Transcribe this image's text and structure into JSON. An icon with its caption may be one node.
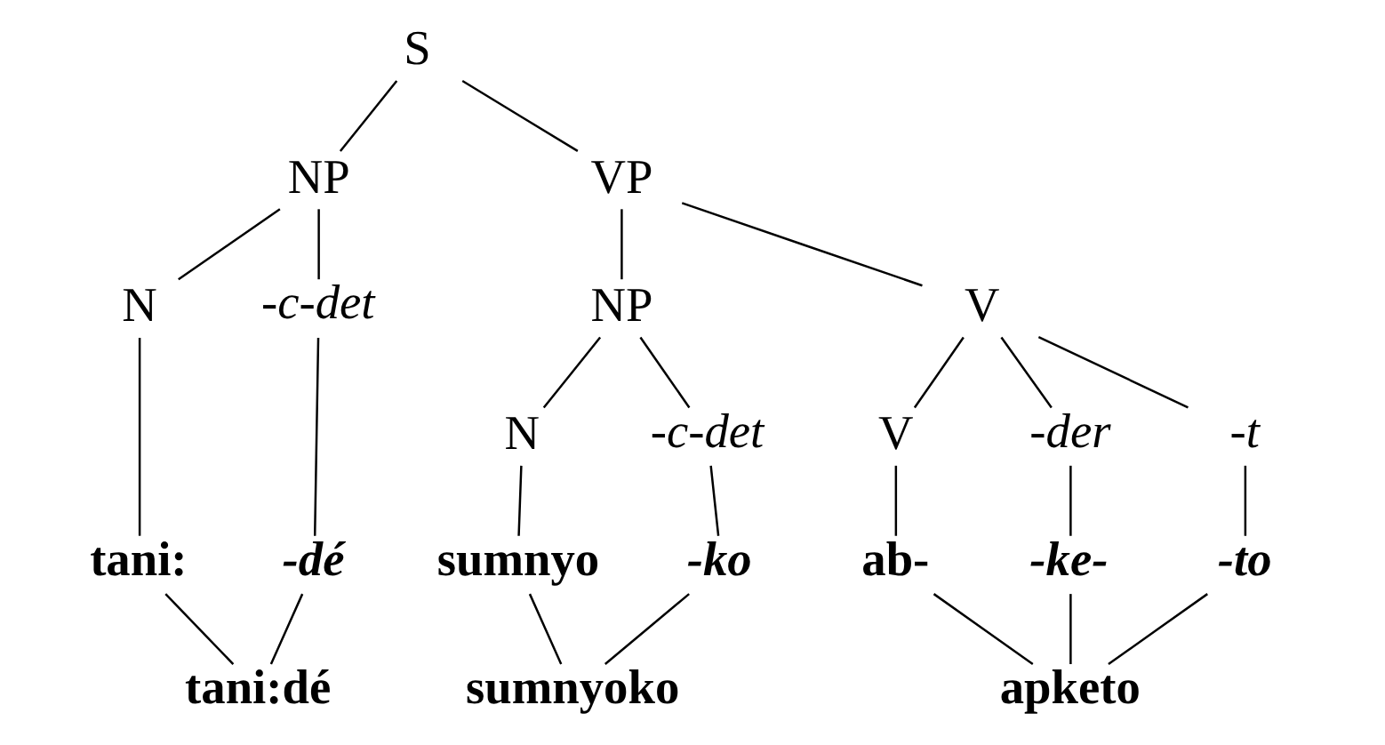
{
  "diagram": {
    "nodes": [
      {
        "text": [
          "S"
        ]
      },
      {
        "text": [
          "NP"
        ]
      },
      {
        "text": [
          "VP"
        ]
      },
      {
        "text": [
          "N"
        ]
      },
      {
        "text": [
          "-c-det"
        ]
      },
      {
        "text": [
          "NP"
        ]
      },
      {
        "text": [
          "V"
        ]
      },
      {
        "text": [
          "N"
        ]
      },
      {
        "text": [
          "-c-det"
        ]
      },
      {
        "text": [
          "V"
        ]
      },
      {
        "text": [
          "-der"
        ]
      },
      {
        "text": [
          "-t"
        ]
      },
      {
        "text": [
          "tani:"
        ]
      },
      {
        "text": [
          "-dé"
        ]
      },
      {
        "text": [
          "sumnyo"
        ]
      },
      {
        "text": [
          "-ko"
        ]
      },
      {
        "text": [
          "ab-"
        ]
      },
      {
        "text": [
          "-ke-"
        ]
      },
      {
        "text": [
          "-to"
        ]
      },
      {
        "text": [
          "tani:dé"
        ]
      },
      {
        "text": [
          "sumnyoko"
        ]
      },
      {
        "text": [
          "apketo"
        ]
      }
    ],
    "edges": [
      {
        "from": 0,
        "to": 1,
        "arrow": "none"
      },
      {
        "from": 0,
        "to": 2,
        "arrow": "none"
      },
      {
        "from": 1,
        "to": 3,
        "arrow": "none"
      },
      {
        "from": 1,
        "to": 4,
        "arrow": "none"
      },
      {
        "from": 2,
        "to": 5,
        "arrow": "none"
      },
      {
        "from": 2,
        "to": 6,
        "arrow": "none"
      },
      {
        "from": 5,
        "to": 7,
        "arrow": "none"
      },
      {
        "from": 5,
        "to": 8,
        "arrow": "none"
      },
      {
        "from": 6,
        "to": 9,
        "arrow": "none"
      },
      {
        "from": 6,
        "to": 10,
        "arrow": "none"
      },
      {
        "from": 6,
        "to": 11,
        "arrow": "none"
      },
      {
        "from": 3,
        "to": 12,
        "arrow": "none"
      },
      {
        "from": 4,
        "to": 13,
        "arrow": "none"
      },
      {
        "from": 7,
        "to": 14,
        "arrow": "none"
      },
      {
        "from": 8,
        "to": 15,
        "arrow": "none"
      },
      {
        "from": 9,
        "to": 16,
        "arrow": "none"
      },
      {
        "from": 10,
        "to": 17,
        "arrow": "none"
      },
      {
        "from": 11,
        "to": 18,
        "arrow": "none"
      },
      {
        "from": 12,
        "to": 19,
        "arrow": "none"
      },
      {
        "from": 13,
        "to": 19,
        "arrow": "none"
      },
      {
        "from": 14,
        "to": 20,
        "arrow": "none"
      },
      {
        "from": 15,
        "to": 20,
        "arrow": "none"
      },
      {
        "from": 16,
        "to": 21,
        "arrow": "none"
      },
      {
        "from": 17,
        "to": 21,
        "arrow": "none"
      },
      {
        "from": 18,
        "to": 21,
        "arrow": "none"
      }
    ]
  }
}
